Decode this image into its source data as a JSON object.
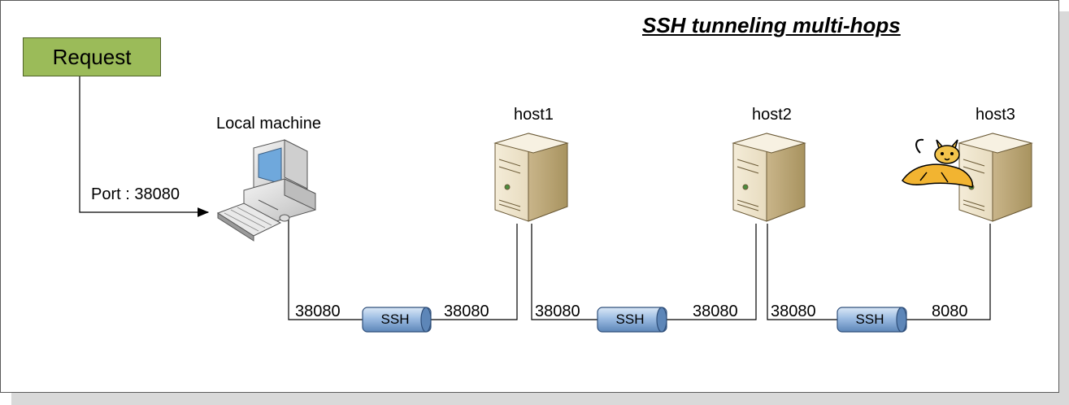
{
  "title": "SSH tunneling multi-hops",
  "request": {
    "label": "Request",
    "port_label": "Port : 38080"
  },
  "local_machine": {
    "label": "Local machine"
  },
  "hosts": [
    {
      "label": "host1"
    },
    {
      "label": "host2"
    },
    {
      "label": "host3"
    }
  ],
  "tunnels": [
    {
      "label": "SSH",
      "left_port": "38080",
      "right_port": "38080"
    },
    {
      "label": "SSH",
      "left_port": "38080",
      "right_port": "38080"
    },
    {
      "label": "SSH",
      "left_port": "38080",
      "right_port": "8080"
    }
  ],
  "icons": {
    "computer": "desktop-computer-icon",
    "server": "tower-server-icon",
    "tomcat": "tomcat-cat-icon",
    "tube": "ssh-tunnel-tube-icon"
  },
  "colors": {
    "request_fill": "#9bbb59",
    "tube_fill": "#8eb4e3",
    "server_fill": "#e8dcc0"
  }
}
